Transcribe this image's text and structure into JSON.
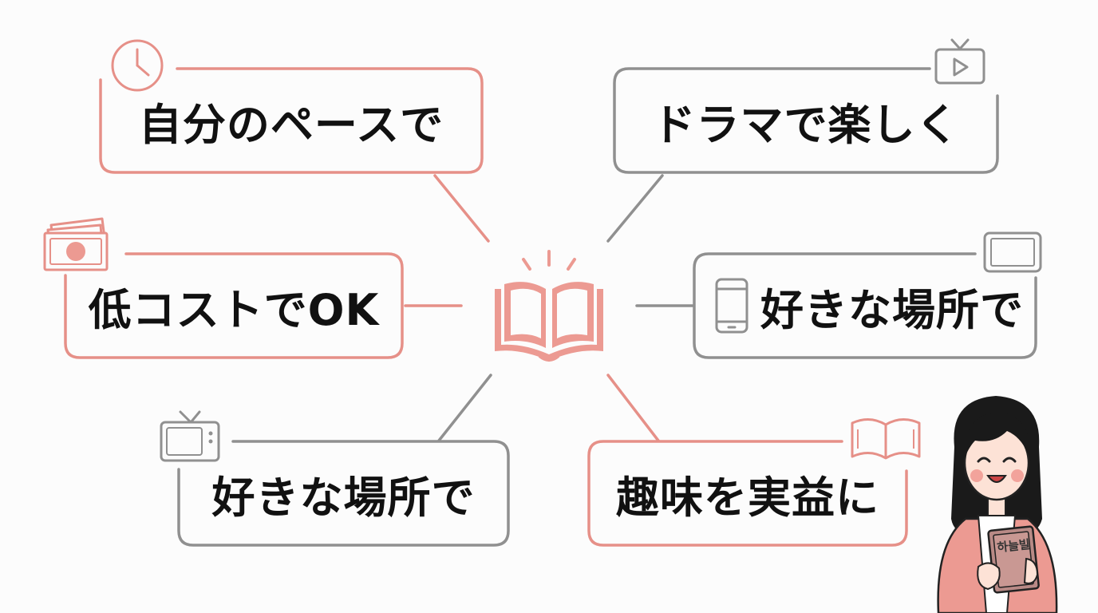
{
  "colors": {
    "pink": "#e69088",
    "pink_fill": "#ec9a92",
    "gray": "#909090",
    "text": "#111111"
  },
  "center": {
    "icon": "open-book-icon"
  },
  "boxes": [
    {
      "id": "pace",
      "label": "自分のペースで",
      "icon": "clock-icon",
      "color": "pink"
    },
    {
      "id": "drama",
      "label": "ドラマで楽しく",
      "icon": "play-tv-icon",
      "color": "gray"
    },
    {
      "id": "cost",
      "label": "低コストでOK",
      "icon": "banknote-icon",
      "color": "pink"
    },
    {
      "id": "place1",
      "label": "好きな場所で",
      "icon": "tablet-icon",
      "color": "gray"
    },
    {
      "id": "place2",
      "label": "好きな場所で",
      "icon": "tv-icon",
      "color": "gray"
    },
    {
      "id": "hobby",
      "label": "趣味を実益に",
      "icon": "book-icon",
      "color": "pink"
    }
  ],
  "character": {
    "book_text": "하늘빌"
  }
}
